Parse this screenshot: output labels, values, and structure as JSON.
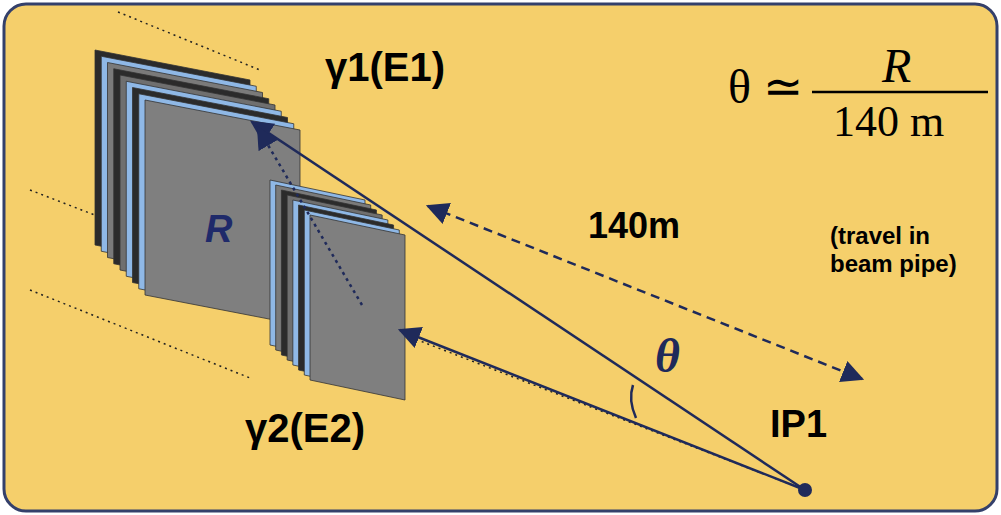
{
  "diagram": {
    "labels": [
      "θ ≃",
      "R",
      "140 m",
      "γ1(E1)",
      "R",
      "140m",
      "(travel in beam pipe)",
      "θ",
      "γ2(E2)",
      "IP1"
    ]
  }
}
